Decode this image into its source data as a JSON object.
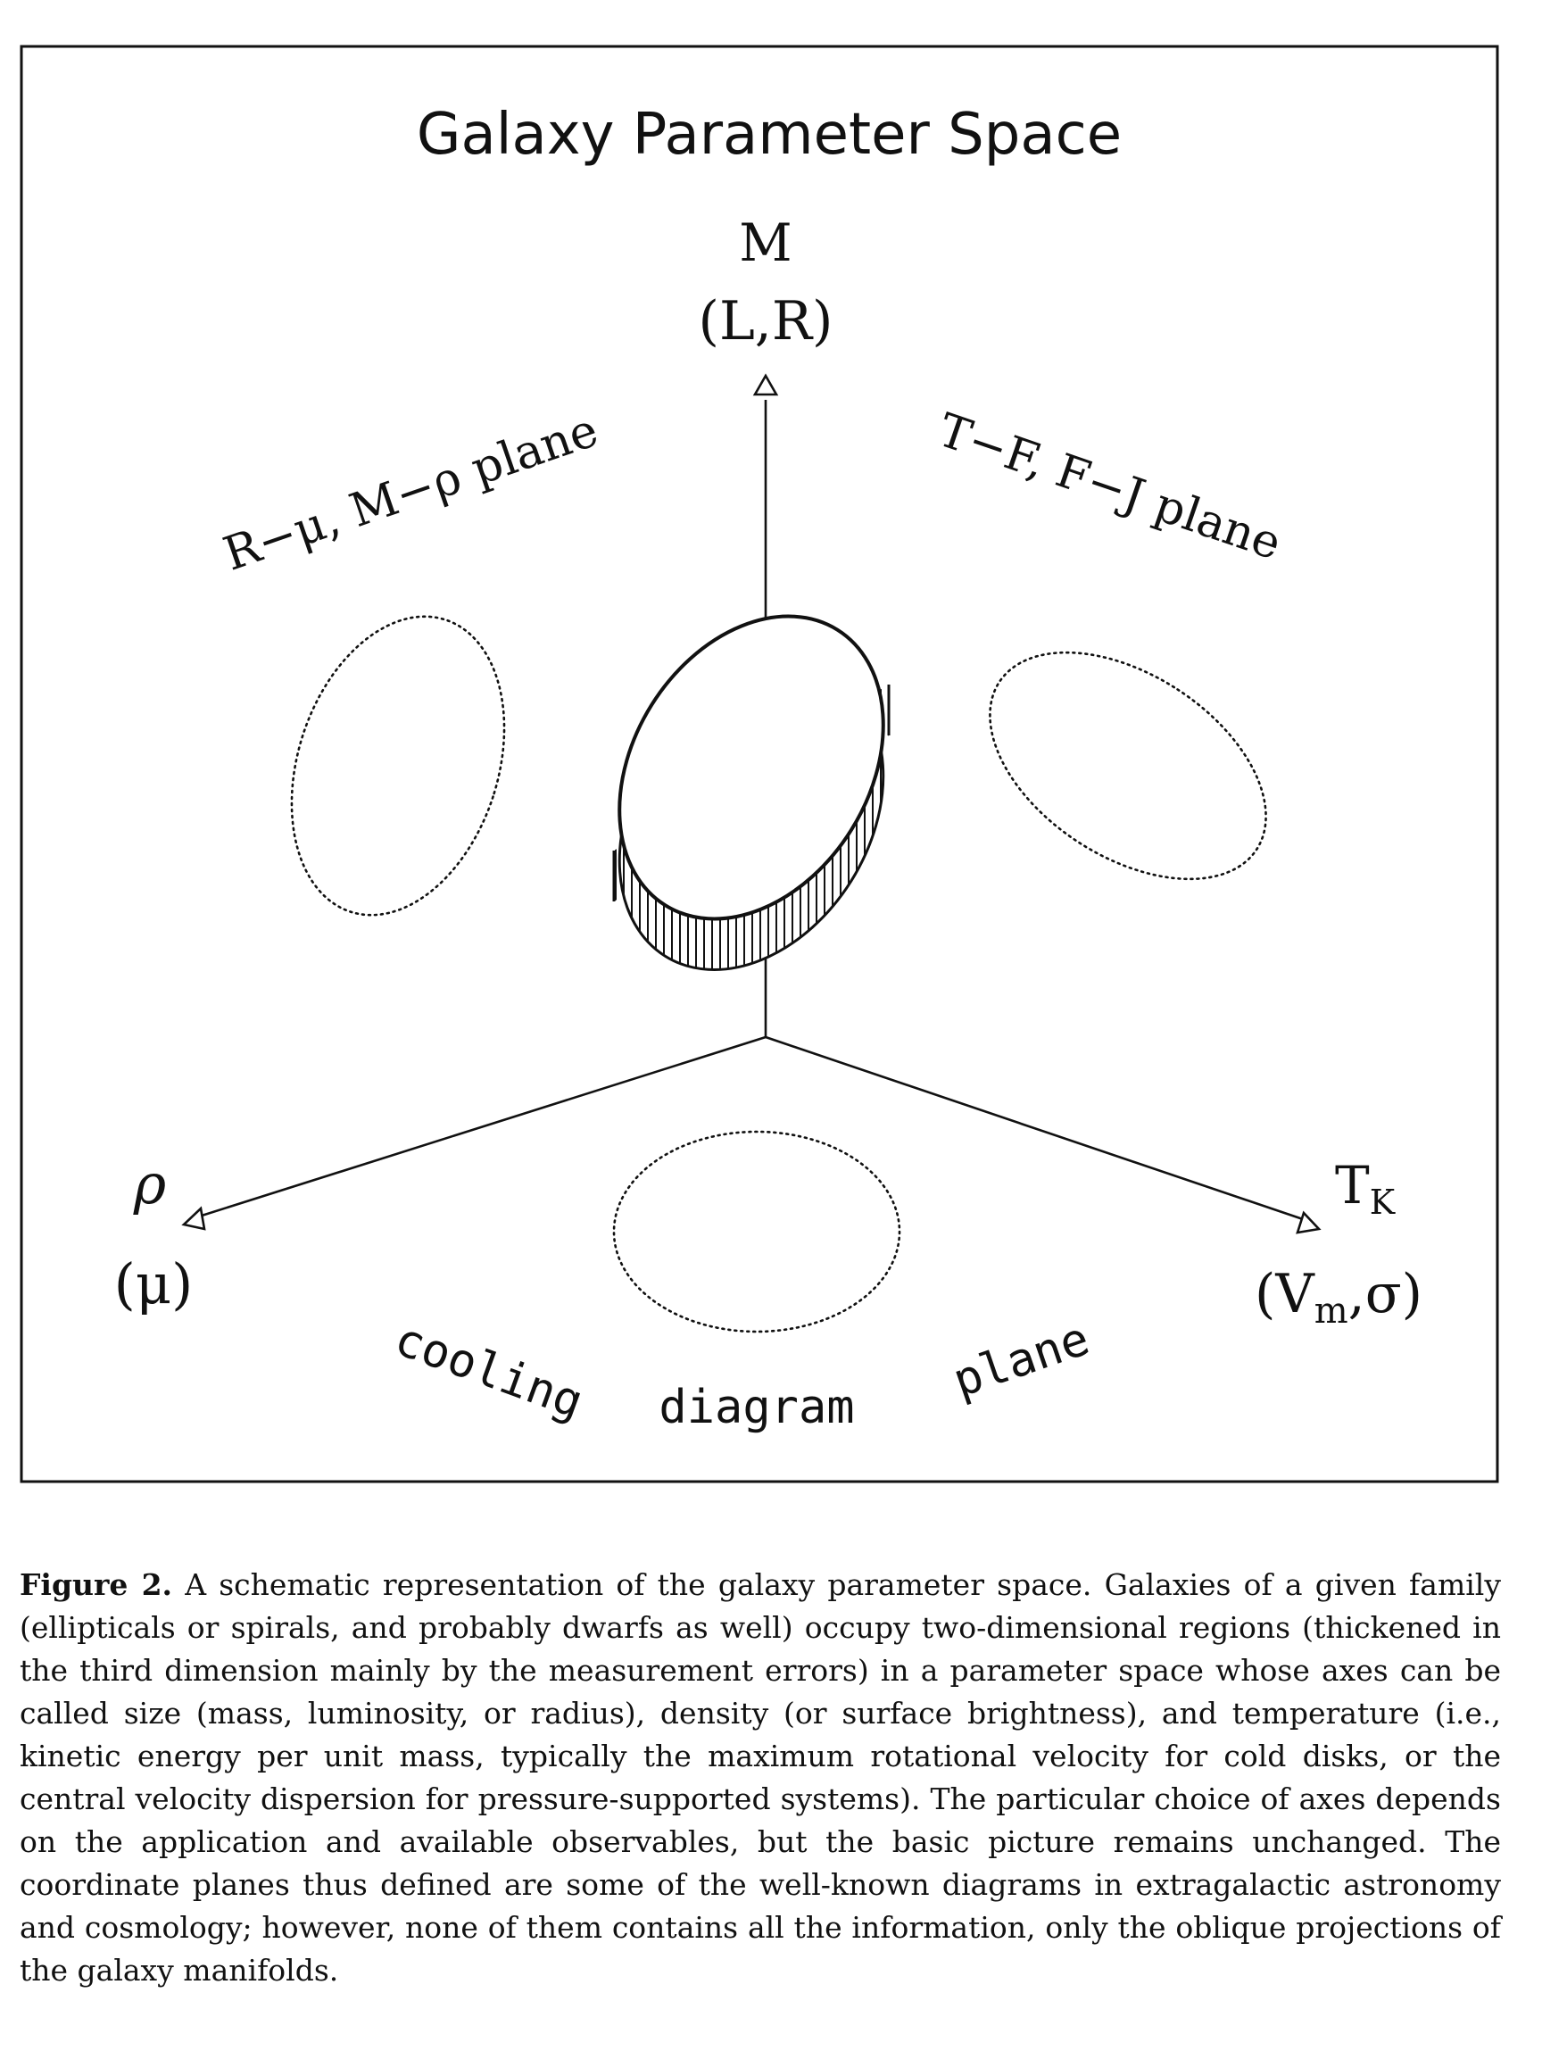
{
  "diagram": {
    "title": "Galaxy Parameter Space",
    "axes": {
      "vertical": {
        "symbol": "M",
        "sub": "(L,R)"
      },
      "left": {
        "symbol": "ρ",
        "sub": "(μ)"
      },
      "right": {
        "symbol_main": "T",
        "symbol_sub": "K",
        "sub_open": "(V",
        "sub_index": "m",
        "sub_close": ",σ)"
      }
    },
    "planes": {
      "left": "R−μ, M−ρ plane",
      "right": "T−F, F−J plane",
      "bottom_words": [
        "cooling",
        "diagram",
        "plane"
      ]
    }
  },
  "caption": {
    "label": "Figure 2.",
    "text": "A schematic representation of the galaxy parameter space. Galaxies of a given family (ellipticals or spirals, and probably dwarfs as well) occupy two-dimensional regions (thickened in the third dimension mainly by the measurement errors) in a parameter space whose axes can be called size (mass, luminosity, or radius), density (or surface brightness), and temperature (i.e., kinetic energy per unit mass, typically the maximum rotational velocity for cold disks, or the central velocity dispersion for pressure-supported systems). The particular choice of axes depends on the application and available observables, but the basic picture remains unchanged. The coordinate planes thus defined are some of the well-known diagrams in extragalactic astronomy and cosmology; however, none of them contains all the information, only the oblique projections of the galaxy manifolds."
  }
}
